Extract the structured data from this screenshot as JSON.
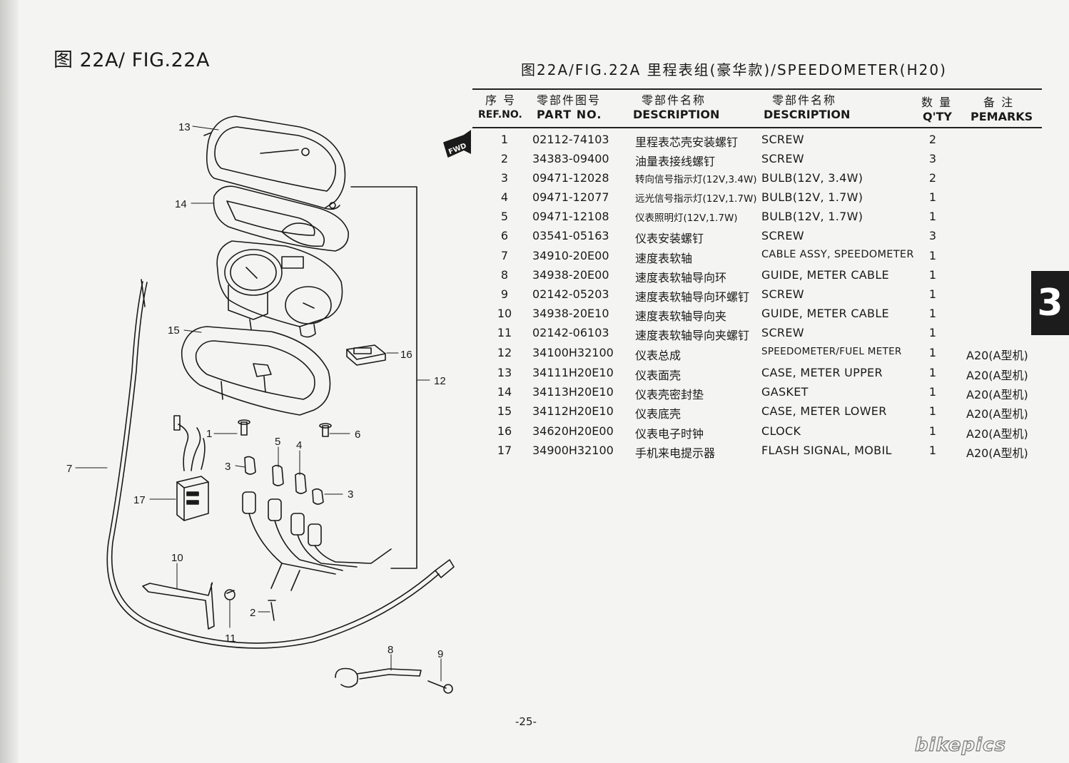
{
  "figure_label": "图 22A/ FIG.22A",
  "table_title": "图22A/FIG.22A  里程表组(豪华款)/SPEEDOMETER(H20)",
  "headers": {
    "ref_zh": "序 号",
    "ref_en": "REF.NO.",
    "part_zh": "零部件图号",
    "part_en": "PART NO.",
    "desc_zh_zh": "零部件名称",
    "desc_zh_en": "DESCRIPTION",
    "desc_en_zh": "零部件名称",
    "desc_en_en": "DESCRIPTION",
    "qty_zh": "数 量",
    "qty_en": "Q'TY",
    "rem_zh": "备 注",
    "rem_en": "PEMARKS"
  },
  "parts": [
    {
      "ref": "1",
      "part": "02112-74103",
      "zh": "里程表芯壳安装螺钉",
      "en": "SCREW",
      "qty": "2",
      "remark": ""
    },
    {
      "ref": "2",
      "part": "34383-09400",
      "zh": "油量表接线螺钉",
      "en": "SCREW",
      "qty": "3",
      "remark": ""
    },
    {
      "ref": "3",
      "part": "09471-12028",
      "zh": "转向信号指示灯(12V,3.4W)",
      "en": "BULB(12V, 3.4W)",
      "qty": "2",
      "remark": ""
    },
    {
      "ref": "4",
      "part": "09471-12077",
      "zh": "远光信号指示灯(12V,1.7W)",
      "en": "BULB(12V, 1.7W)",
      "qty": "1",
      "remark": ""
    },
    {
      "ref": "5",
      "part": "09471-12108",
      "zh": "仪表照明灯(12V,1.7W)",
      "en": "BULB(12V, 1.7W)",
      "qty": "1",
      "remark": ""
    },
    {
      "ref": "6",
      "part": "03541-05163",
      "zh": "仪表安装螺钉",
      "en": "SCREW",
      "qty": "3",
      "remark": ""
    },
    {
      "ref": "7",
      "part": "34910-20E00",
      "zh": "速度表软轴",
      "en": "CABLE ASSY, SPEEDOMETER",
      "qty": "1",
      "remark": ""
    },
    {
      "ref": "8",
      "part": "34938-20E00",
      "zh": "速度表软轴导向环",
      "en": "GUIDE, METER CABLE",
      "qty": "1",
      "remark": ""
    },
    {
      "ref": "9",
      "part": "02142-05203",
      "zh": "速度表软轴导向环螺钉",
      "en": "SCREW",
      "qty": "1",
      "remark": ""
    },
    {
      "ref": "10",
      "part": "34938-20E10",
      "zh": "速度表软轴导向夹",
      "en": "GUIDE, METER CABLE",
      "qty": "1",
      "remark": ""
    },
    {
      "ref": "11",
      "part": "02142-06103",
      "zh": "速度表软轴导向夹螺钉",
      "en": "SCREW",
      "qty": "1",
      "remark": ""
    },
    {
      "ref": "12",
      "part": "34100H32100",
      "zh": "仪表总成",
      "en": "SPEEDOMETER/FUEL METER",
      "qty": "1",
      "remark": "A20(A型机)"
    },
    {
      "ref": "13",
      "part": "34111H20E10",
      "zh": "仪表面壳",
      "en": "CASE, METER UPPER",
      "qty": "1",
      "remark": "A20(A型机)"
    },
    {
      "ref": "14",
      "part": "34113H20E10",
      "zh": "仪表壳密封垫",
      "en": "GASKET",
      "qty": "1",
      "remark": "A20(A型机)"
    },
    {
      "ref": "15",
      "part": "34112H20E10",
      "zh": "仪表底壳",
      "en": "CASE, METER LOWER",
      "qty": "1",
      "remark": "A20(A型机)"
    },
    {
      "ref": "16",
      "part": "34620H20E00",
      "zh": "仪表电子时钟",
      "en": "CLOCK",
      "qty": "1",
      "remark": "A20(A型机)"
    },
    {
      "ref": "17",
      "part": "34900H32100",
      "zh": "手机来电提示器",
      "en": "FLASH SIGNAL, MOBIL",
      "qty": "1",
      "remark": "A20(A型机)"
    }
  ],
  "callouts": {
    "c1": "1",
    "c2": "2",
    "c3a": "3",
    "c3b": "3",
    "c4": "4",
    "c5": "5",
    "c6": "6",
    "c7": "7",
    "c8": "8",
    "c9": "9",
    "c10": "10",
    "c11": "11",
    "c12": "12",
    "c13": "13",
    "c14": "14",
    "c15": "15",
    "c16": "16",
    "c17": "17"
  },
  "fwd_label": "FWD",
  "section_number": "3",
  "page_number": "-25-",
  "watermark": "bikepics",
  "ink_color": "#1a1a1a"
}
